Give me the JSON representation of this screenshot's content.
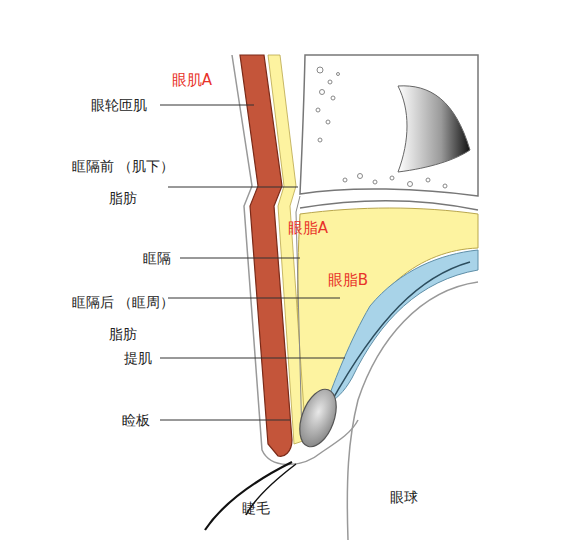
{
  "diagram": {
    "labels": [
      "眼肌A",
      "眼轮匝肌",
      "眶隔前 （肌下）脂肪",
      "眼脂A",
      "眶隔",
      "眼脂B",
      "眶隔后 （眶周）脂肪",
      "提肌",
      "睑板",
      "睫毛",
      "眼球"
    ]
  }
}
